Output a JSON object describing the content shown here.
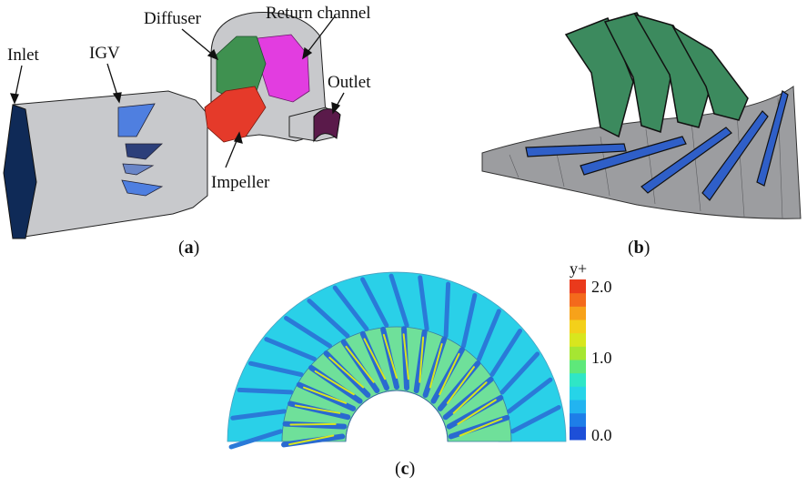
{
  "panel_a": {
    "labels": {
      "inlet": "Inlet",
      "igv": "IGV",
      "diffuser": "Diffuser",
      "return_channel": "Return channel",
      "outlet": "Outlet",
      "impeller": "Impeller"
    },
    "caption": "(a)",
    "caption_letter": "a"
  },
  "panel_b": {
    "caption": "(b)",
    "caption_letter": "b"
  },
  "panel_c": {
    "caption": "(c)",
    "caption_letter": "c",
    "colorbar": {
      "title": "y+",
      "ticks": [
        "2.0",
        "1.0",
        "0.0"
      ],
      "colors": [
        "#1d4fd8",
        "#1e7ee8",
        "#22b4f0",
        "#26d4e8",
        "#2fe6c6",
        "#5ee87a",
        "#a6e632",
        "#d8e61e",
        "#f3d01a",
        "#f7a21a",
        "#f46a1c",
        "#ea3a1c"
      ]
    }
  },
  "colors": {
    "duct_gray": "#c8c9cc",
    "inlet_navy": "#0f2a57",
    "igv_blue": "#4f7fe0",
    "diffuser_green": "#3f9150",
    "return_magenta": "#e23de0",
    "impeller_red": "#e53a2a",
    "outlet_purple": "#5a1a4a",
    "blade_green": "#3c8a5e",
    "vane_blue": "#2f5fc8",
    "field_cyan": "#2ad0e8"
  }
}
